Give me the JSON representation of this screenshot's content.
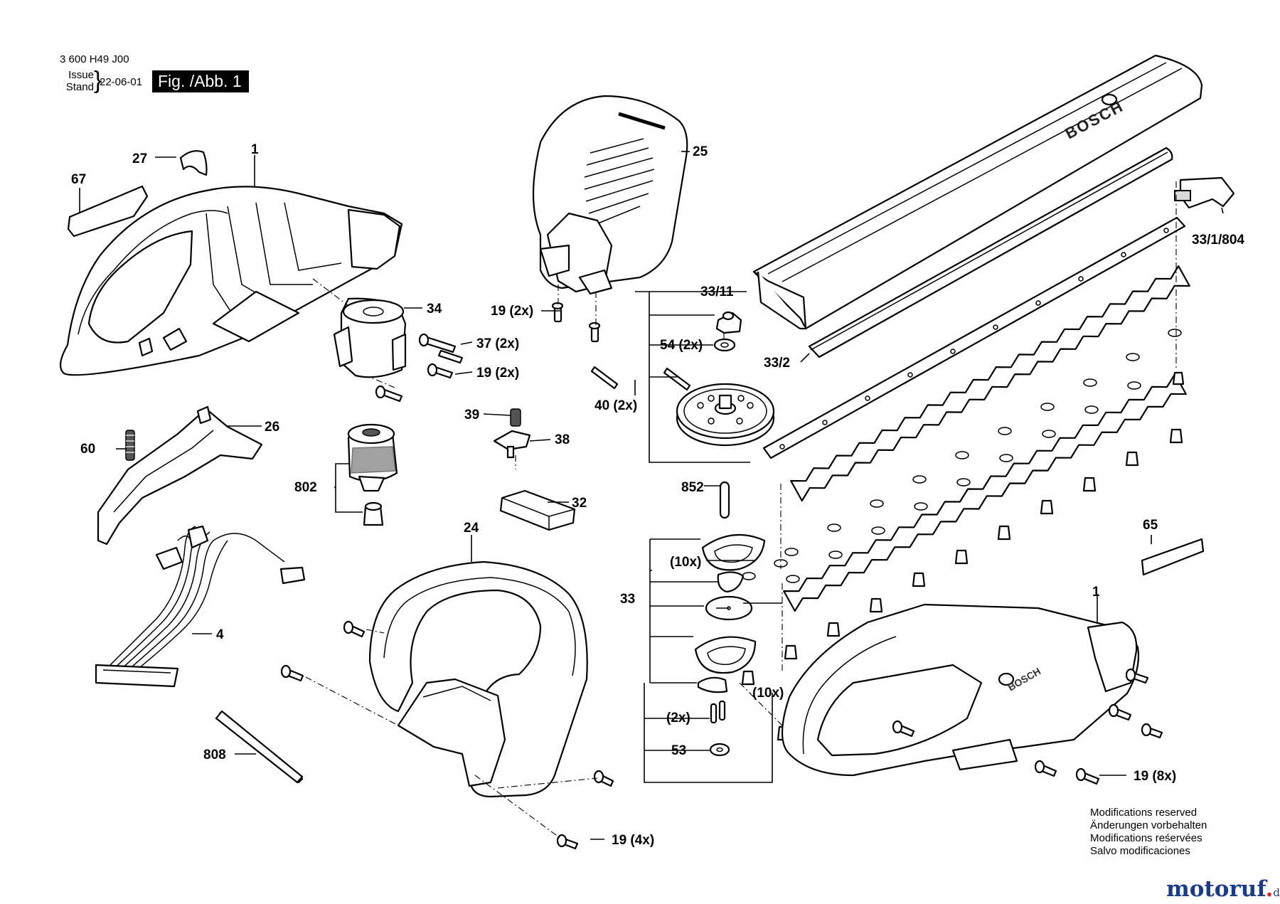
{
  "header": {
    "doc_number": "3 600 H49 J00",
    "issue_label": "Issue",
    "stand_label": "Stand",
    "issue_date": "22-06-01",
    "figure_label": "Fig. /Abb. 1"
  },
  "callouts": {
    "c1_top": "1",
    "c27": "27",
    "c67": "67",
    "c25": "25",
    "c34": "34",
    "c37": "37 (2x)",
    "c19_2x_left": "19 (2x)",
    "c19_2x_mid": "19 (2x)",
    "c26": "26",
    "c60": "60",
    "c39": "39",
    "c38": "38",
    "c802": "802",
    "c32": "32",
    "c4": "4",
    "c24": "24",
    "c808": "808",
    "c19_4x": "19 (4x)",
    "c40": "40 (2x)",
    "c33_11": "33/11",
    "c54": "54 (2x)",
    "c33_2": "33/2",
    "c33_1_804": "33/1/804",
    "c852": "852",
    "c10x_left": "(10x)",
    "c33": "33",
    "c10x_bottom": "(10x)",
    "c2x": "(2x)",
    "c53": "53",
    "c65": "65",
    "c1_right": "1",
    "c19_8x": "19 (8x)"
  },
  "notes": [
    "Modifications reserved",
    "Änderungen vorbehalten",
    "Modifications reśervées",
    "Salvo modificaciones"
  ],
  "brand_mark": "BOSCH",
  "watermark": {
    "main": "motoruf",
    "dot": ".",
    "tld": "de"
  },
  "colors": {
    "ink": "#000000",
    "background": "#ffffff",
    "watermark_blue": "#1a3a8a",
    "watermark_red": "#d8232a"
  }
}
